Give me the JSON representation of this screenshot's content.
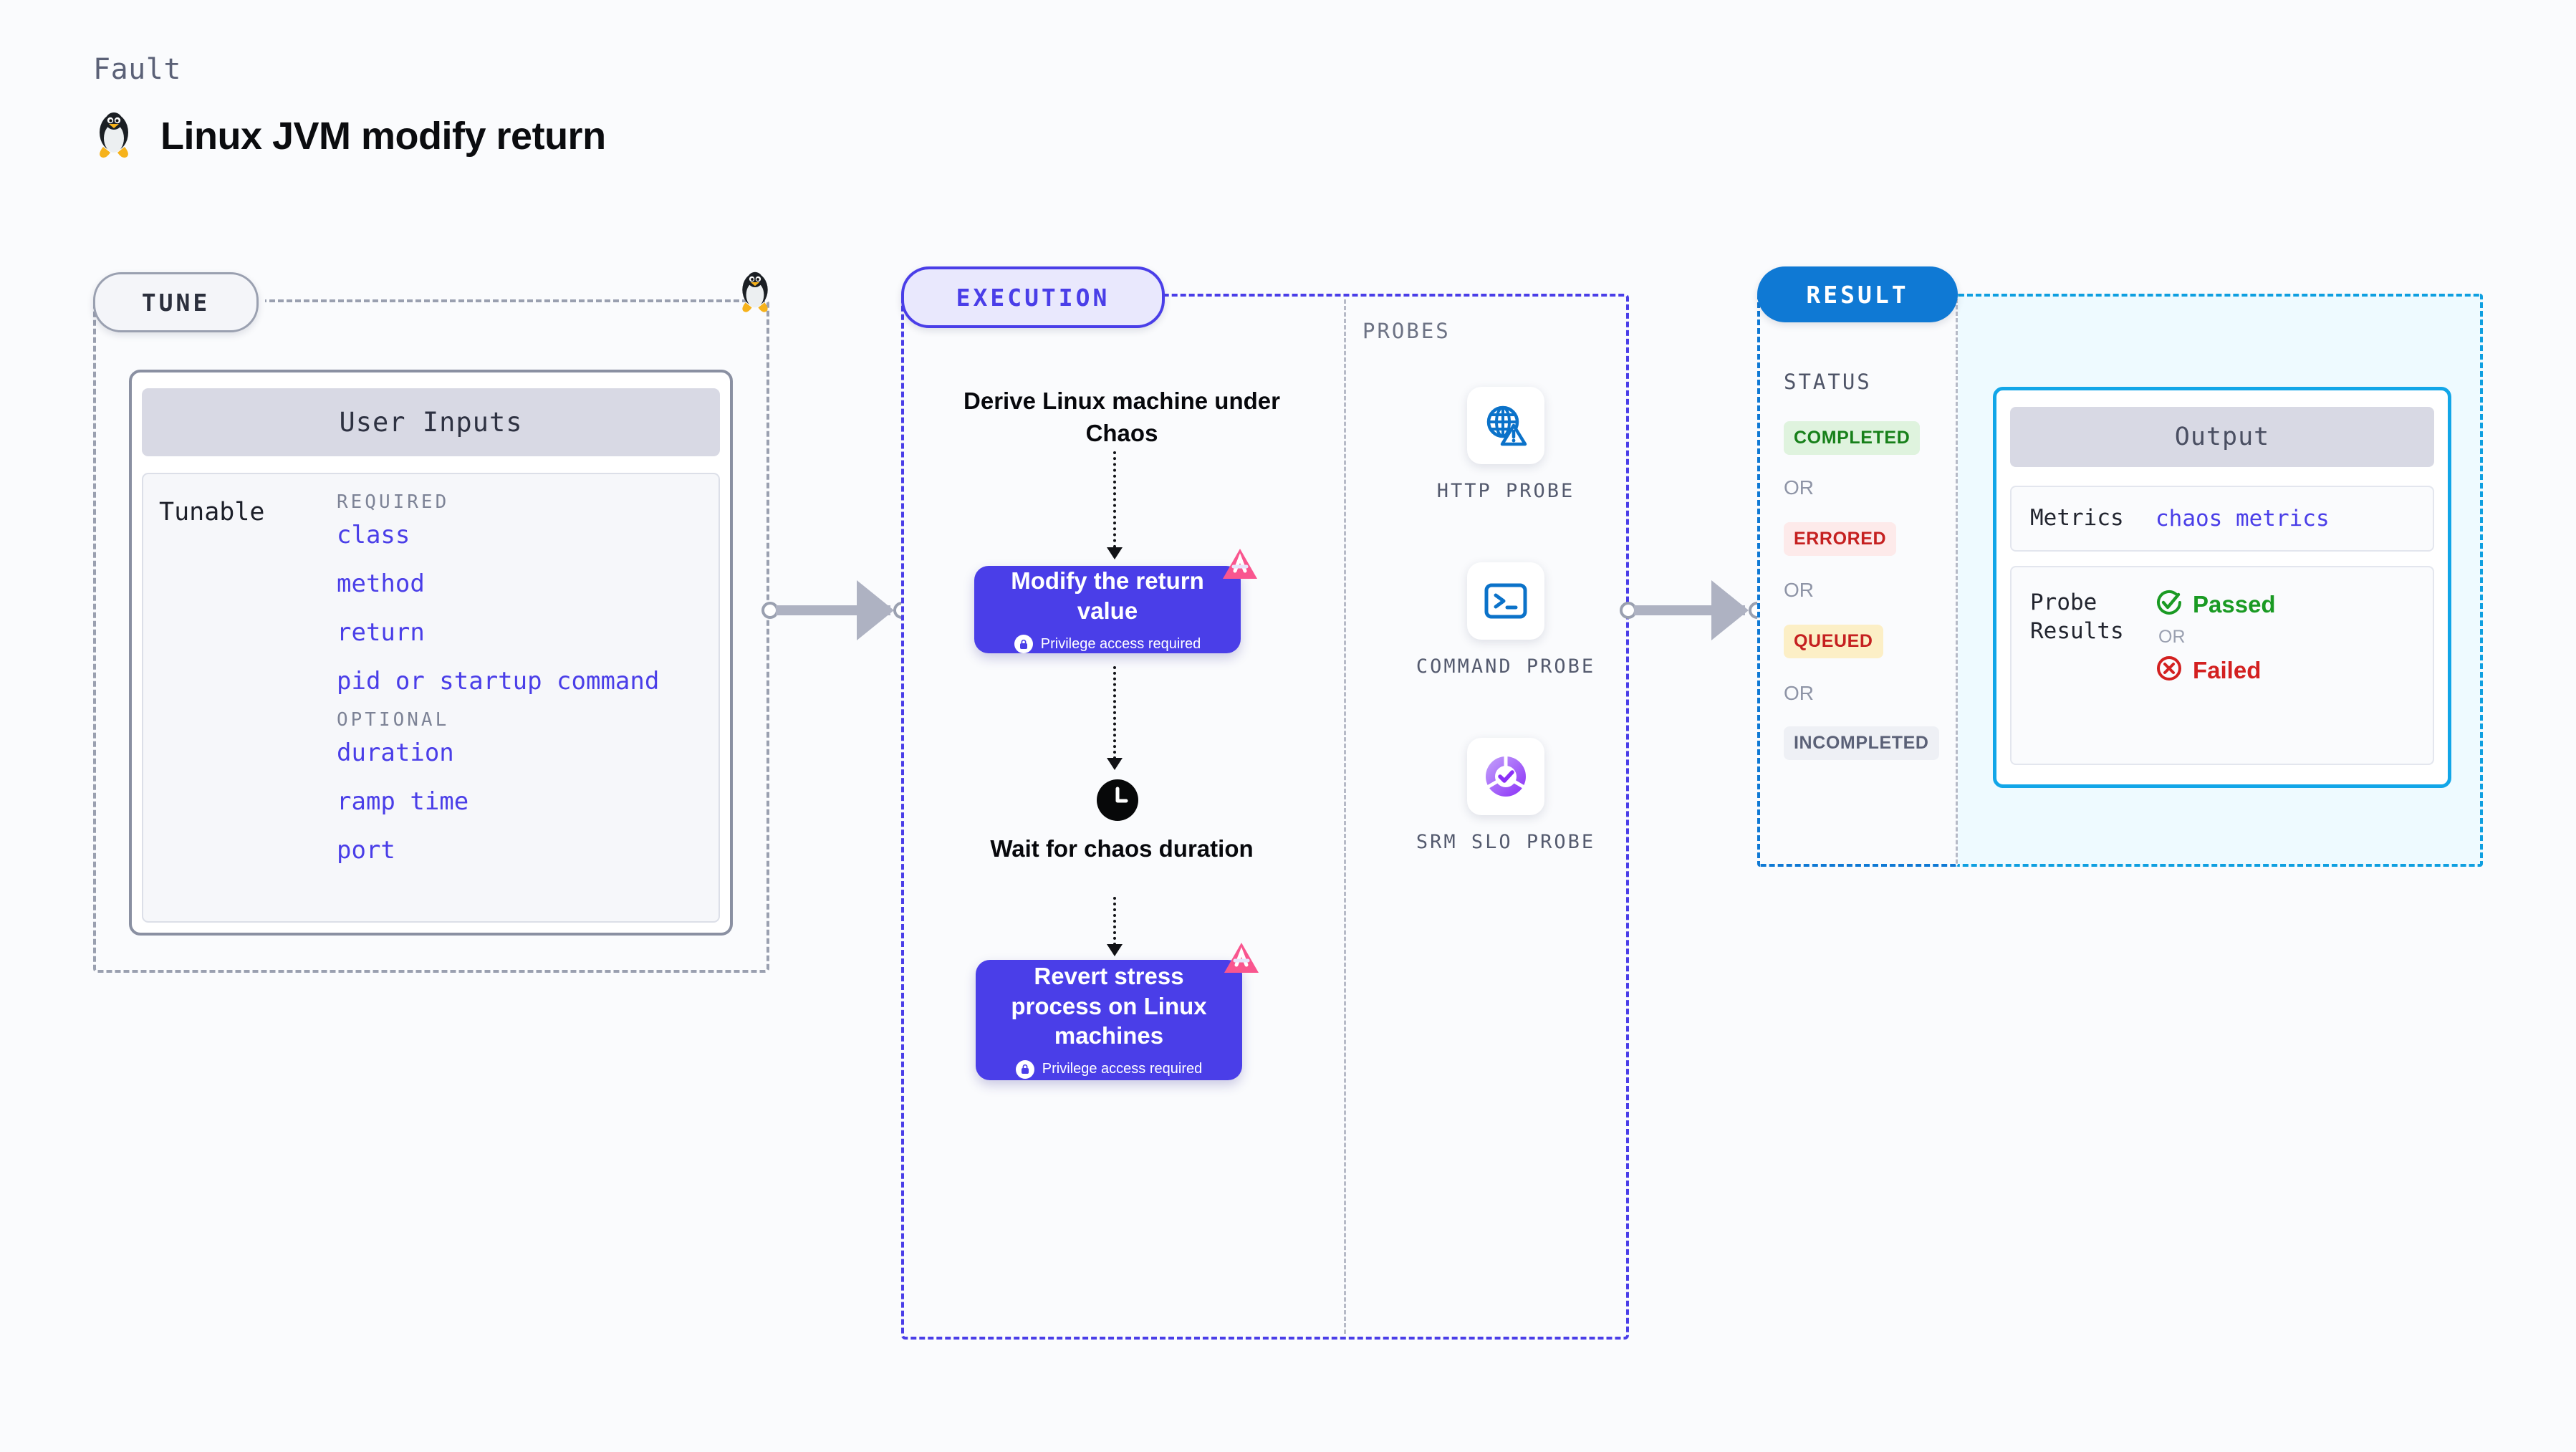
{
  "header": {
    "kicker": "Fault",
    "title": "Linux JVM modify return",
    "os_icon": "linux-penguin-icon"
  },
  "tune": {
    "pill_label": "TUNE",
    "card_title": "User Inputs",
    "tunable_label": "Tunable",
    "groups": [
      {
        "heading": "REQUIRED",
        "items": [
          "class",
          "method",
          "return",
          "pid or startup command"
        ]
      },
      {
        "heading": "OPTIONAL",
        "items": [
          "duration",
          "ramp time",
          "port"
        ]
      }
    ]
  },
  "execution": {
    "pill_label": "EXECUTION",
    "steps": [
      {
        "kind": "text",
        "label": "Derive Linux machine under Chaos"
      },
      {
        "kind": "card",
        "label": "Modify the return value",
        "privilege": "Privilege access required",
        "badge": "litmus-badge-icon"
      },
      {
        "kind": "wait",
        "label": "Wait for chaos duration",
        "icon": "clock-icon"
      },
      {
        "kind": "card",
        "label": "Revert stress process on Linux machines",
        "privilege": "Privilege access required",
        "badge": "litmus-badge-icon"
      }
    ]
  },
  "probes": {
    "section_label": "PROBES",
    "items": [
      {
        "name": "HTTP PROBE",
        "icon": "globe-warning-icon"
      },
      {
        "name": "COMMAND PROBE",
        "icon": "terminal-icon"
      },
      {
        "name": "SRM SLO PROBE",
        "icon": "slo-donut-check-icon"
      }
    ]
  },
  "result": {
    "pill_label": "RESULT",
    "status_label": "STATUS",
    "or_label": "OR",
    "statuses": [
      {
        "label": "COMPLETED",
        "bg": "#dff3de",
        "fg": "#17801a"
      },
      {
        "label": "ERRORED",
        "bg": "#fdeaea",
        "fg": "#c52020"
      },
      {
        "label": "QUEUED",
        "bg": "#fcefc6",
        "fg": "#c52020"
      },
      {
        "label": "INCOMPLETED",
        "bg": "#eef0f5",
        "fg": "#5b6177"
      }
    ],
    "output": {
      "title": "Output",
      "metrics_key": "Metrics",
      "metrics_value": "chaos metrics",
      "probe_results_key": "Probe Results",
      "passed_label": "Passed",
      "failed_label": "Failed",
      "or_label": "OR"
    }
  },
  "colors": {
    "purple": "#4a3ee8",
    "purple_panel": "#e7e6fb",
    "result_blue": "#0f79d4",
    "output_cyan": "#12a6e8",
    "probe_blue": "#0b72c9",
    "litmus_pink": "#f9568f",
    "gray_border": "#9aa0b0"
  }
}
